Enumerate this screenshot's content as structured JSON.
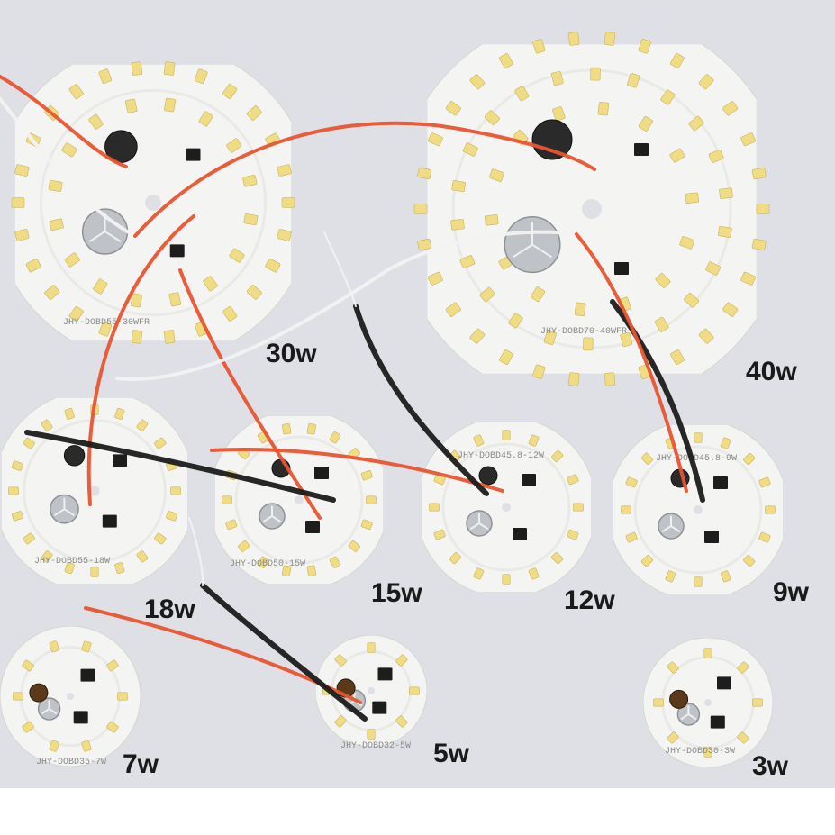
{
  "photo": {
    "background_color": "#dfe0e6",
    "board_color": "#f4f4f2",
    "led_color": "#f1dc86",
    "wire_red": "#e8542f",
    "wire_white": "#f2f2f2",
    "wire_black": "#1b1b1b"
  },
  "boards": [
    {
      "label": "30w",
      "silkscreen": "JHY-DOBD55-30WFR"
    },
    {
      "label": "40w",
      "silkscreen": "JHY-DOBD70-40WFR"
    },
    {
      "label": "18w",
      "silkscreen": "JHY-DOBD55-18W"
    },
    {
      "label": "15w",
      "silkscreen": "JHY-DOBD50-15W"
    },
    {
      "label": "12w",
      "silkscreen": "JHY-DOBD45.8-12W"
    },
    {
      "label": "9w",
      "silkscreen": "JHY-DOBD45.8-9W"
    },
    {
      "label": "7w",
      "silkscreen": "JHY-DOBD35-7W"
    },
    {
      "label": "5w",
      "silkscreen": "JHY-DOBD32-5W"
    },
    {
      "label": "3w",
      "silkscreen": "JHY-DOBD30-3W"
    }
  ]
}
